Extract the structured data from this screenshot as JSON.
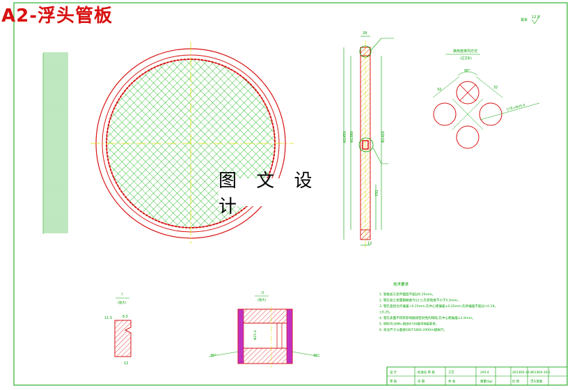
{
  "sheet": {
    "title": "A2-浮头管板",
    "watermark": "图 文 设 计",
    "roughness_note": "其余",
    "roughness_value": "12.5"
  },
  "views": {
    "main_plan": {
      "label": ""
    },
    "section": {
      "dim_dia_outer": "Φ1450",
      "dim_dia_inner": "Φ1380",
      "dim_dia_sealing": "Φ1400",
      "dim_thickness_top": "28",
      "dim_thickness_bottom": "12",
      "dim_slope": "152"
    },
    "tube_layout": {
      "title": "换热管排列方式",
      "subtitle": "(正方形)",
      "angle": "90°",
      "pitch_left": "32",
      "pitch_right": "32",
      "tube_note": "17孔=Φ25.4"
    },
    "detail_1": {
      "label": "I",
      "scale": "(放大)",
      "dim_a": "11.5",
      "dim_b": "6.5",
      "dim_c": "12"
    },
    "detail_2": {
      "label": "II",
      "scale": "(放大)",
      "angle_left": "30°",
      "angle_right": "30°",
      "dim_v": "Φ25.4"
    }
  },
  "tech_req": {
    "title": "技术要求",
    "items": [
      "1. 管板加工后平面度不超过0.25mm。",
      "2. 管孔加工表面粗糙度为12.5,孔桥宽度不小于5.5mm。",
      "3. 管孔直径允许偏差+0.15mm,孔中心距偏差±0.25mm,孔桥偏差不超过+0.19。",
      "   ±0.25。",
      "4. 管孔表面不得有影响胀接密封性的缺陷,孔中心距偏差±1.0mm。",
      "5. 材料为16Mn,按JB4726锻件Ⅲ级要求。",
      "6. 未注尺寸公差按GB/T1804-2000m级执行。"
    ]
  },
  "title_block": {
    "cells": [
      "设 计",
      "标准化 审 核",
      "工艺",
      "245.4",
      "2013DS-16-2",
      "2013DS-16-1",
      "审 核",
      "日 期",
      "共 张",
      "重量(kg)",
      "比 例",
      "浮头管板"
    ]
  },
  "colors": {
    "border": "#00a000",
    "part": "#d81010",
    "hatch": "#00b000",
    "center": "#e0e000",
    "dim": "#00a000"
  }
}
